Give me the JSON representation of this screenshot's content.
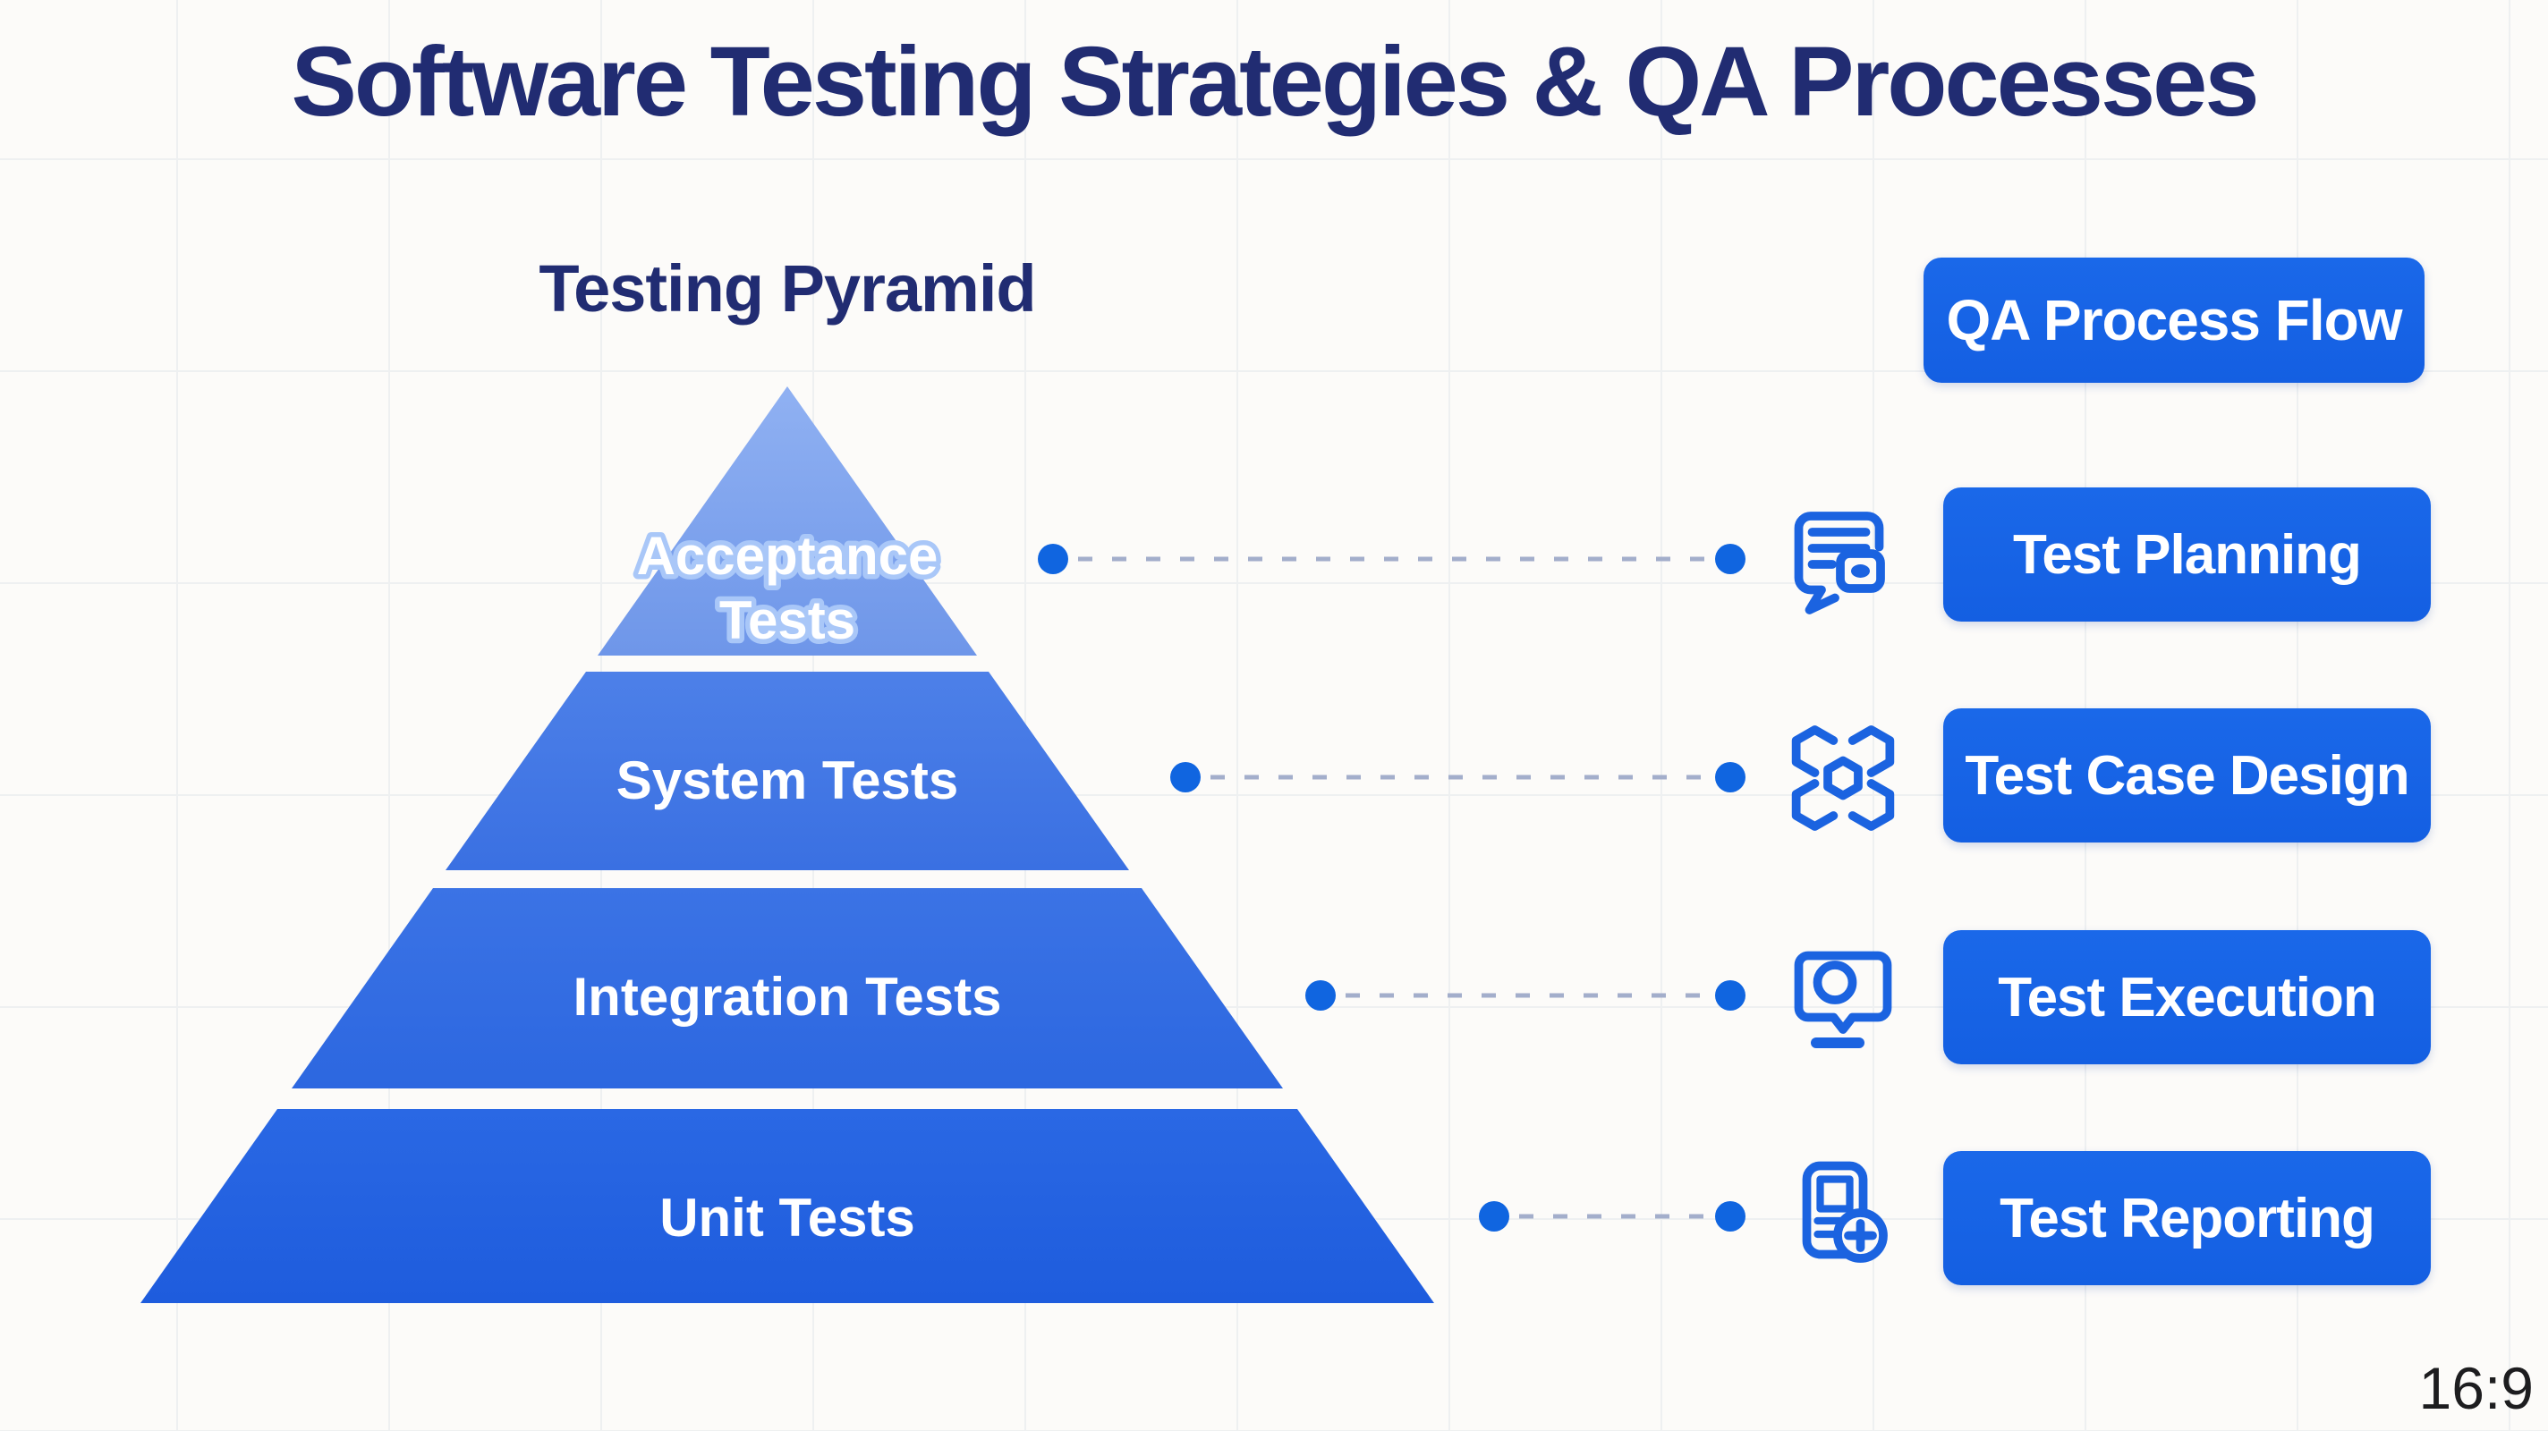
{
  "page": {
    "title": "Software Testing Strategies & QA Processes",
    "aspect_ratio_label": "16:9"
  },
  "pyramid": {
    "heading": "Testing Pyramid",
    "levels": [
      {
        "label": "Acceptance Tests",
        "lines": [
          "Acceptance",
          "Tests"
        ]
      },
      {
        "label": "System Tests"
      },
      {
        "label": "Integration Tests"
      },
      {
        "label": "Unit Tests"
      }
    ]
  },
  "flow": {
    "heading": "QA Process Flow",
    "steps": [
      {
        "label": "Test Planning",
        "icon": "test-plan-notes-icon"
      },
      {
        "label": "Test Case Design",
        "icon": "hexagon-modules-icon"
      },
      {
        "label": "Test Execution",
        "icon": "monitor-record-icon"
      },
      {
        "label": "Test Reporting",
        "icon": "report-add-icon"
      }
    ]
  },
  "colors": {
    "navy": "#212c72",
    "accent": "#1a68e9",
    "accent_deep": "#145fe2",
    "icon_blue": "#1b63e0",
    "dot_blue": "#1065e0",
    "dash_gray": "#a3aecb",
    "bg": "#fcfbf9",
    "grid_line": "#eef0f1",
    "halo": "#a9c7f8",
    "label_white": "#ffffff",
    "footer_text": "#1d1d1f",
    "level1_top": "#90b1f2",
    "level1_bottom": "#6e96e9",
    "level2_top": "#4d80e8",
    "level2_bottom": "#3a70e2",
    "level3_top": "#3b73e5",
    "level3_bottom": "#2c67e0",
    "level4_top": "#2a68e4",
    "level4_bottom": "#1e5cdd"
  }
}
